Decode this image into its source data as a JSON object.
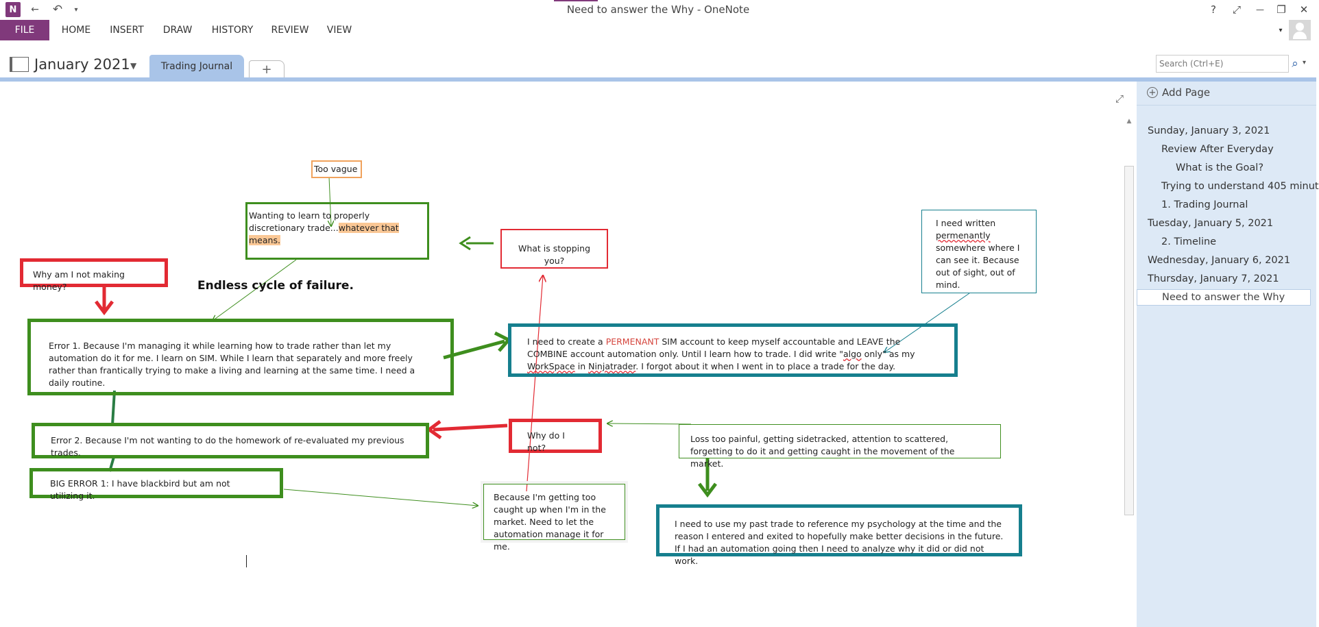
{
  "window": {
    "title": "Need to answer the Why - OneNote"
  },
  "quick_access": {
    "logo": "N",
    "back_icon": "←",
    "undo_icon": "↶",
    "customize_icon": "▾"
  },
  "window_controls": {
    "help": "?",
    "full_screen": "⤢",
    "minimize": "—",
    "restore": "❐",
    "close": "✕"
  },
  "ribbon": {
    "tabs": [
      "FILE",
      "HOME",
      "INSERT",
      "DRAW",
      "HISTORY",
      "REVIEW",
      "VIEW"
    ],
    "collapse_icon": "▾"
  },
  "notebook": {
    "name": "January 2021",
    "caret": "▼",
    "section_tab": "Trading Journal",
    "add_section": "+"
  },
  "search": {
    "placeholder": "Search (Ctrl+E)",
    "icon": "⌕",
    "caret": "▾"
  },
  "sidebar": {
    "add_page": "Add Page",
    "pages": [
      {
        "label": "Sunday, January 3, 2021",
        "level": 0
      },
      {
        "label": "Review After Everyday",
        "level": 1
      },
      {
        "label": "What is the Goal?",
        "level": 2
      },
      {
        "label": "Trying to understand 405 minut",
        "level": 1
      },
      {
        "label": "1. Trading Journal",
        "level": 1
      },
      {
        "label": "Tuesday, January 5, 2021",
        "level": 0
      },
      {
        "label": "2. Timeline",
        "level": 1
      },
      {
        "label": "Wednesday, January 6, 2021",
        "level": 0
      },
      {
        "label": "Thursday, January 7, 2021",
        "level": 0
      },
      {
        "label": "Need to answer the Why",
        "level": 1,
        "selected": true
      }
    ]
  },
  "notes": {
    "too_vague": "Too vague",
    "wanting": {
      "text": "Wanting to learn to properly discretionary trade...",
      "highlight": "whatever that means."
    },
    "stopping": "What is stopping you?",
    "written": {
      "pre": "I need written ",
      "misspelled": "permenantly",
      "post": " somewhere where I can see it. Because out of sight, out of mind."
    },
    "why_money": "Why am I not making money?",
    "endless": "Endless cycle of failure.",
    "error1": "Error 1. Because I'm managing it while learning how to trade rather than let my automation do it for me. I learn on SIM. While I learn that separately and more freely rather than frantically trying to make a living and learning at the same time. I need a daily routine.",
    "sim": {
      "pre": "I need to create a ",
      "red": "PERMENANT",
      "mid": " SIM account to keep myself accountable and LEAVE the COMBINE account automation only. Until I learn how to trade. I did write \"",
      "sq1": "algo",
      "mid2": " only\" as my ",
      "sq2": "WorkSpace",
      "mid3": " in ",
      "sq3": "Ninjatrader",
      "post": ". I forgot about it when I went in to place a trade for the day."
    },
    "error2": "Error 2. Because I'm not wanting to do the homework of re-evaluated my previous trades.",
    "why_not": "Why do I not?",
    "loss": "Loss too painful, getting sidetracked, attention to scattered, forgetting to do it and getting caught in the movement of the market.",
    "big_error": "BIG ERROR 1: I have blackbird but am not utilizing it.",
    "caught": "Because I'm getting too caught up when I'm in the market. Need to let the automation manage it for me.",
    "past_trade": "I need to use my past trade to reference my psychology at the time and the reason I entered and exited to hopefully make better decisions in the future. If I had an automation going then I need to analyze why it did or did not work."
  },
  "colors": {
    "green": "#3e8e1e",
    "red": "#e22a33",
    "teal": "#167f8e",
    "orange": "#f0a25c",
    "onenote_purple": "#80397b",
    "section_blue": "#a9c4e8"
  },
  "icons": {
    "expand": "⤢",
    "scroll_up": "▲"
  }
}
